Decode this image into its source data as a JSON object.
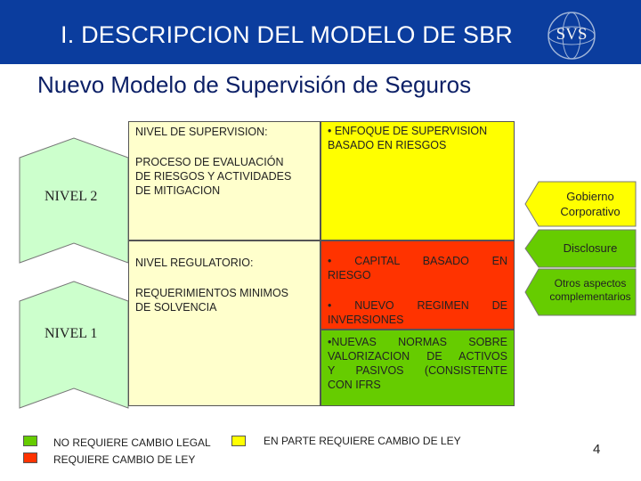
{
  "header": {
    "title": "I. DESCRIPCION DEL MODELO DE SBR",
    "logo_text": "SVS"
  },
  "subtitle": "Nuevo Modelo de Supervisión de Seguros",
  "levels": {
    "nivel2": "NIVEL 2",
    "nivel1": "NIVEL 1"
  },
  "supervision": {
    "heading": "NIVEL DE SUPERVISION:",
    "process_lines": [
      "PROCESO DE EVALUACIÓN",
      "DE RIESGOS Y ACTIVIDADES",
      "DE MITIGACION"
    ],
    "approach_lines": [
      "• ENFOQUE DE SUPERVISION",
      "BASADO EN RIESGOS"
    ]
  },
  "regulatory": {
    "heading": "NIVEL REGULATORIO:",
    "requirement_lines": [
      "REQUERIMIENTOS MINIMOS",
      "DE SOLVENCIA"
    ],
    "capital_lines": [
      "•  CAPITAL  BASADO  EN",
      "RIESGO"
    ],
    "regime_lines": [
      "•  NUEVO  REGIMEN  DE",
      "INVERSIONES"
    ],
    "norms_lines": [
      "•NUEVAS NORMAS SOBRE",
      "VALORIZACION DE ACTIVOS",
      "Y PASIVOS (CONSISTENTE",
      "CON IFRS"
    ]
  },
  "side_tags": {
    "gobierno_lines": [
      "Gobierno",
      "Corporativo"
    ],
    "disclosure": "Disclosure",
    "otros_lines": [
      "Otros aspectos",
      "complementarios"
    ]
  },
  "legend": {
    "green_label": "NO REQUIERE CAMBIO LEGAL",
    "red_label": "REQUIERE CAMBIO DE LEY",
    "yellow_label": "EN PARTE REQUIERE CAMBIO DE LEY"
  },
  "page_number": "4",
  "colors": {
    "header": "#0b3d9e",
    "no_change": "#66cc00",
    "law_change": "#ff3300",
    "partial_change": "#ffff00",
    "pale_box": "#ffffcc",
    "level_shape": "#ccffcc"
  }
}
